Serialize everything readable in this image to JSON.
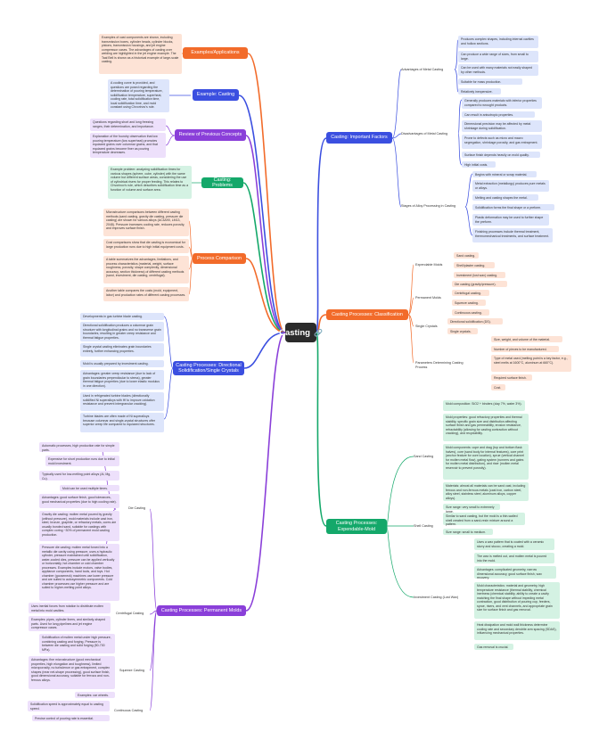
{
  "root": {
    "label": "Casting"
  },
  "colors": {
    "orange": "#f26b2a",
    "blue": "#3b4fe0",
    "purple": "#8a3fd9",
    "green": "#14a86a"
  },
  "left": {
    "examples": {
      "label": "Examples/Applications",
      "leaf": "Examples of cast components are shown, including transmission boxes, cylinder heads, cylinder blocks, pistons, transmission housings, and jet engine compressor cases. The advantages of casting over welding are highlighted in the jet engine example. The Taal Bell is shown as a historical example of large-scale casting."
    },
    "example_casting": {
      "label": "Example: Casting",
      "leaf": "A cooling curve is provided, and questions are posed regarding the determination of pouring temperature, solidification temperature, superheat, cooling rate, total solidification time, local solidification time, and mold constant using Chvorinov's rule."
    },
    "review": {
      "label": "Review of Previous Concepts",
      "leaf1": "Questions regarding short and long freezing ranges, their determination, and importance.",
      "leaf2": "Explanation of the foundry observation that low pouring temperature (low superheat) promotes equiaxed grains over columnar grains, and that equiaxed grains become finer as pouring temperature decreases."
    },
    "problems": {
      "label": "Casting: Problems",
      "leaf": "Example problem: analyzing solidification times for various shapes (sphere, cube, cylinder) with the same volume but different surface areas, considering the use of cylindrical risers for proper feeding. This relates to Chvorinov's rule, which describes solidification time as a function of volume and surface area."
    },
    "comparison": {
      "label": "Process Comparison",
      "leaf1": "Microstructure comparisons between different casting methods (sand casting, gravity die casting, pressure die casting) are shown for various alloys (AC4A90, LM13, 2048). Pressure increases cooling rate, reduces porosity, and improves surface finish.",
      "leaf2": "Cost comparisons show that die casting is economical for large production runs due to high initial equipment costs.",
      "leaf3": "A table summarizes the advantages, limitations, and process characteristics (material, weight, surface roughness, porosity, shape complexity, dimensional accuracy, section thickness) of different casting methods (sand, investment, die casting, centrifugal).",
      "leaf4": "Another table compares the costs (mold, equipment, labor) and production rates of different casting processes."
    },
    "directional": {
      "label": "Casting Processes: Directional Solidification/Single Crystals",
      "items": [
        "Developments in gas turbine blade casting.",
        "Directional solidification produces a columnar grain structure with longitudinal grains and no transverse grain boundaries, resulting in greater creep resistance and thermal fatigue properties.",
        "Single crystal casting eliminates grain boundaries entirely, further enhancing properties.",
        "Mold is usually prepared by investment casting.",
        "Advantages: greater creep resistance (due to lack of grain boundaries perpendicular to stress), greater thermal fatigue properties (due to lower elastic modulus in one direction).",
        "Used in refrigerated turbine blades (directionally solidified Ni superalloys with Hf to improve oxidation resistance and prevent intergranular cracking).",
        "Turbine blades are often made of Ni superalloys because columnar and single-crystal structures offer superior creep life compared to equiaxed structures."
      ]
    },
    "permanent": {
      "label": "Casting Processes: Permanent Molds",
      "die": {
        "label": "Die Casting",
        "items": [
          "Automatic processes, high production rate for simple parts.",
          "Expensive for short production runs due to initial mold investment.",
          "Typically used for low-melting point alloys (Al, Mg, Cu).",
          "Mold can be used multiple times.",
          "Advantages: good surface finish, good tolerances, good mechanical properties (due to high cooling rate).",
          "Gravity die casting: molten metal poured by gravity (without pressure), mold materials include cast iron, steel, bronze, graphite, or refractory metals, cores are usually bonded sand, suitable for castings with complex coring ~30% of permanent mold casting production.",
          "Pressure die casting: molten metal forced into a metallic die cavity using pressure, uses a hydraulic cylinder, pressure maintained until solidification, water-cooled dies, pressure can be applied vertically or horizontally, hot chamber or cold chamber processes. Examples include motors, valve bodies, appliance components, hand tools, and toys. Hot chamber (gooseneck) machines use lower pressure and are suited to autosymmetric components. Cold chamber processes use higher pressure and are suited to higher-melting point alloys."
        ]
      },
      "centrifugal": {
        "label": "Centrifugal Casting",
        "items": [
          "Uses inertial forces from rotation to distribute molten metal into mold cavities.",
          "Examples: pipes, cylinder liners, and similarly-shaped parts. Used for long pipelines and jet engine compressor cases."
        ]
      },
      "squeeze": {
        "label": "Squeeze Casting",
        "items": [
          "Solidification of molten metal under high pressure, combining casting and forging. Pressure is between die casting and solid forging (50-700 MPa).",
          "Advantages: fine microstructure (good mechanical properties, high elongation and toughness), limited microporosity, no turbulence or gas entrapment, complex shapes (near net-shape processing), good surface finish, good dimensional accuracy, suitable for ferrous and non-ferrous alloys.",
          "Examples: car wheels."
        ]
      },
      "continuous": {
        "label": "Continuous Casting",
        "items": [
          "Solidification speed is approximately equal to casting speed.",
          "Precise control of pouring rate is essential."
        ]
      }
    }
  },
  "right": {
    "important": {
      "label": "Casting: Important Factors",
      "advantages": {
        "label": "Advantages of Metal Casting",
        "items": [
          "Produces complex shapes, including internal cavities and hollow sections.",
          "Can produce a wide range of sizes, from small to large.",
          "Can be used with many materials not easily shaped by other methods.",
          "Suitable for mass production.",
          "Relatively inexpensive."
        ]
      },
      "disadvantages": {
        "label": "Disadvantages of Metal Casting",
        "items": [
          "Generally produces materials with inferior properties compared to wrought products.",
          "Can result in anisotropic properties.",
          "Dimensional precision may be affected by metal shrinkage during solidification.",
          "Prone to defects such as micro and macro segregation, shrinkage porosity, and gas entrapment.",
          "Surface finish depends heavily on mold quality.",
          "High initial costs."
        ]
      },
      "stages": {
        "label": "Stages of Alloy Processing in Casting",
        "items": [
          "Begins with mineral or scrap material.",
          "Metal extraction (metallurgy) produces pure metals or alloys.",
          "Melting and casting shapes the metal.",
          "Solidification forms the final shape or a preform.",
          "Plastic deformation may be used to further shape the preform.",
          "Finishing processes include thermal treatment, thermomechanical treatments, and surface treatment."
        ]
      }
    },
    "classification": {
      "label": "Casting Processes: Classification",
      "expendable": {
        "label": "Expendable Molds",
        "items": [
          "Sand casting.",
          "Shell/plaster casting.",
          "Investment (lost wax) casting."
        ]
      },
      "permanent": {
        "label": "Permanent Molds",
        "items": [
          "Die casting (gravity/pressure).",
          "Centrifugal casting.",
          "Squeeze casting.",
          "Continuous casting."
        ]
      },
      "single": {
        "label": "Single Crystals",
        "items": [
          "Directional solidification (DS).",
          "Single crystals."
        ]
      },
      "parameters": {
        "label": "Parameters Determining Casting Process",
        "items": [
          "Size, weight, and volume of the material.",
          "Number of pieces to be manufactured.",
          "Type of metal used (melting point is a key factor, e.g., steel melts at 1600°C, aluminum at 660°C).",
          "Required surface finish.",
          "Cost."
        ]
      }
    },
    "expendable_molds": {
      "label": "Casting Processes: Expendable-Mold",
      "sand": {
        "label": "Sand Casting",
        "items": [
          "Mold composition: SiO2 + binders (clay 7%, water 3%).",
          "Mold properties: good refractory properties and thermal stability, specific grain size and distribution affecting surface finish and gas permeability, erosion resistance, refractability (allowing for casting contraction without cracking), and recyclability.",
          "Mold components: cope and drag (top and bottom flask halves), core (sand body for internal features), core print (anchor feature for core location), sprue (vertical channel for molten metal flow), gating system (runners and gates for molten metal distribution), and riser (molten metal reservoir to prevent porosity).",
          "Materials: almost all materials can be sand cast, including ferrous and non-ferrous metals (cast iron, carbon steel, alloy steel, stainless steel, aluminum alloys, copper alloys).",
          "Size range: very small to extremely large."
        ]
      },
      "shell": {
        "label": "Shell Casting",
        "items": [
          "Similar to sand casting, but the mold is a thin-walled shell created from a sand-resin mixture around a pattern.",
          "Size range: small to medium."
        ]
      },
      "investment": {
        "label": "Investment Casting (Lost Wax)",
        "items": [
          "Uses a wax pattern that is coated with a ceramic slurry and stucco, creating a mold.",
          "The wax is melted out, and molten metal is poured into the mold.",
          "Advantages: complicated geometry, narrow dimensional accuracy, good surface finish, wax recovery.",
          "Mold characteristics: material and geometry, high temperature resistance (thermal stability, chemical inertness (chemical stability, ability to create a cavity matching the final shape without impeding metal contraction, good distribution of pouring cup, feeders, sprue, risers, and vent channels, and appropriate grain size for surface finish and gas removal.",
          "Heat dissipation and mold wall thickness determine cooling rate and secondary dendrite arm spacing (SDAS), influencing mechanical properties.",
          "Gas removal is crucial."
        ]
      }
    }
  }
}
